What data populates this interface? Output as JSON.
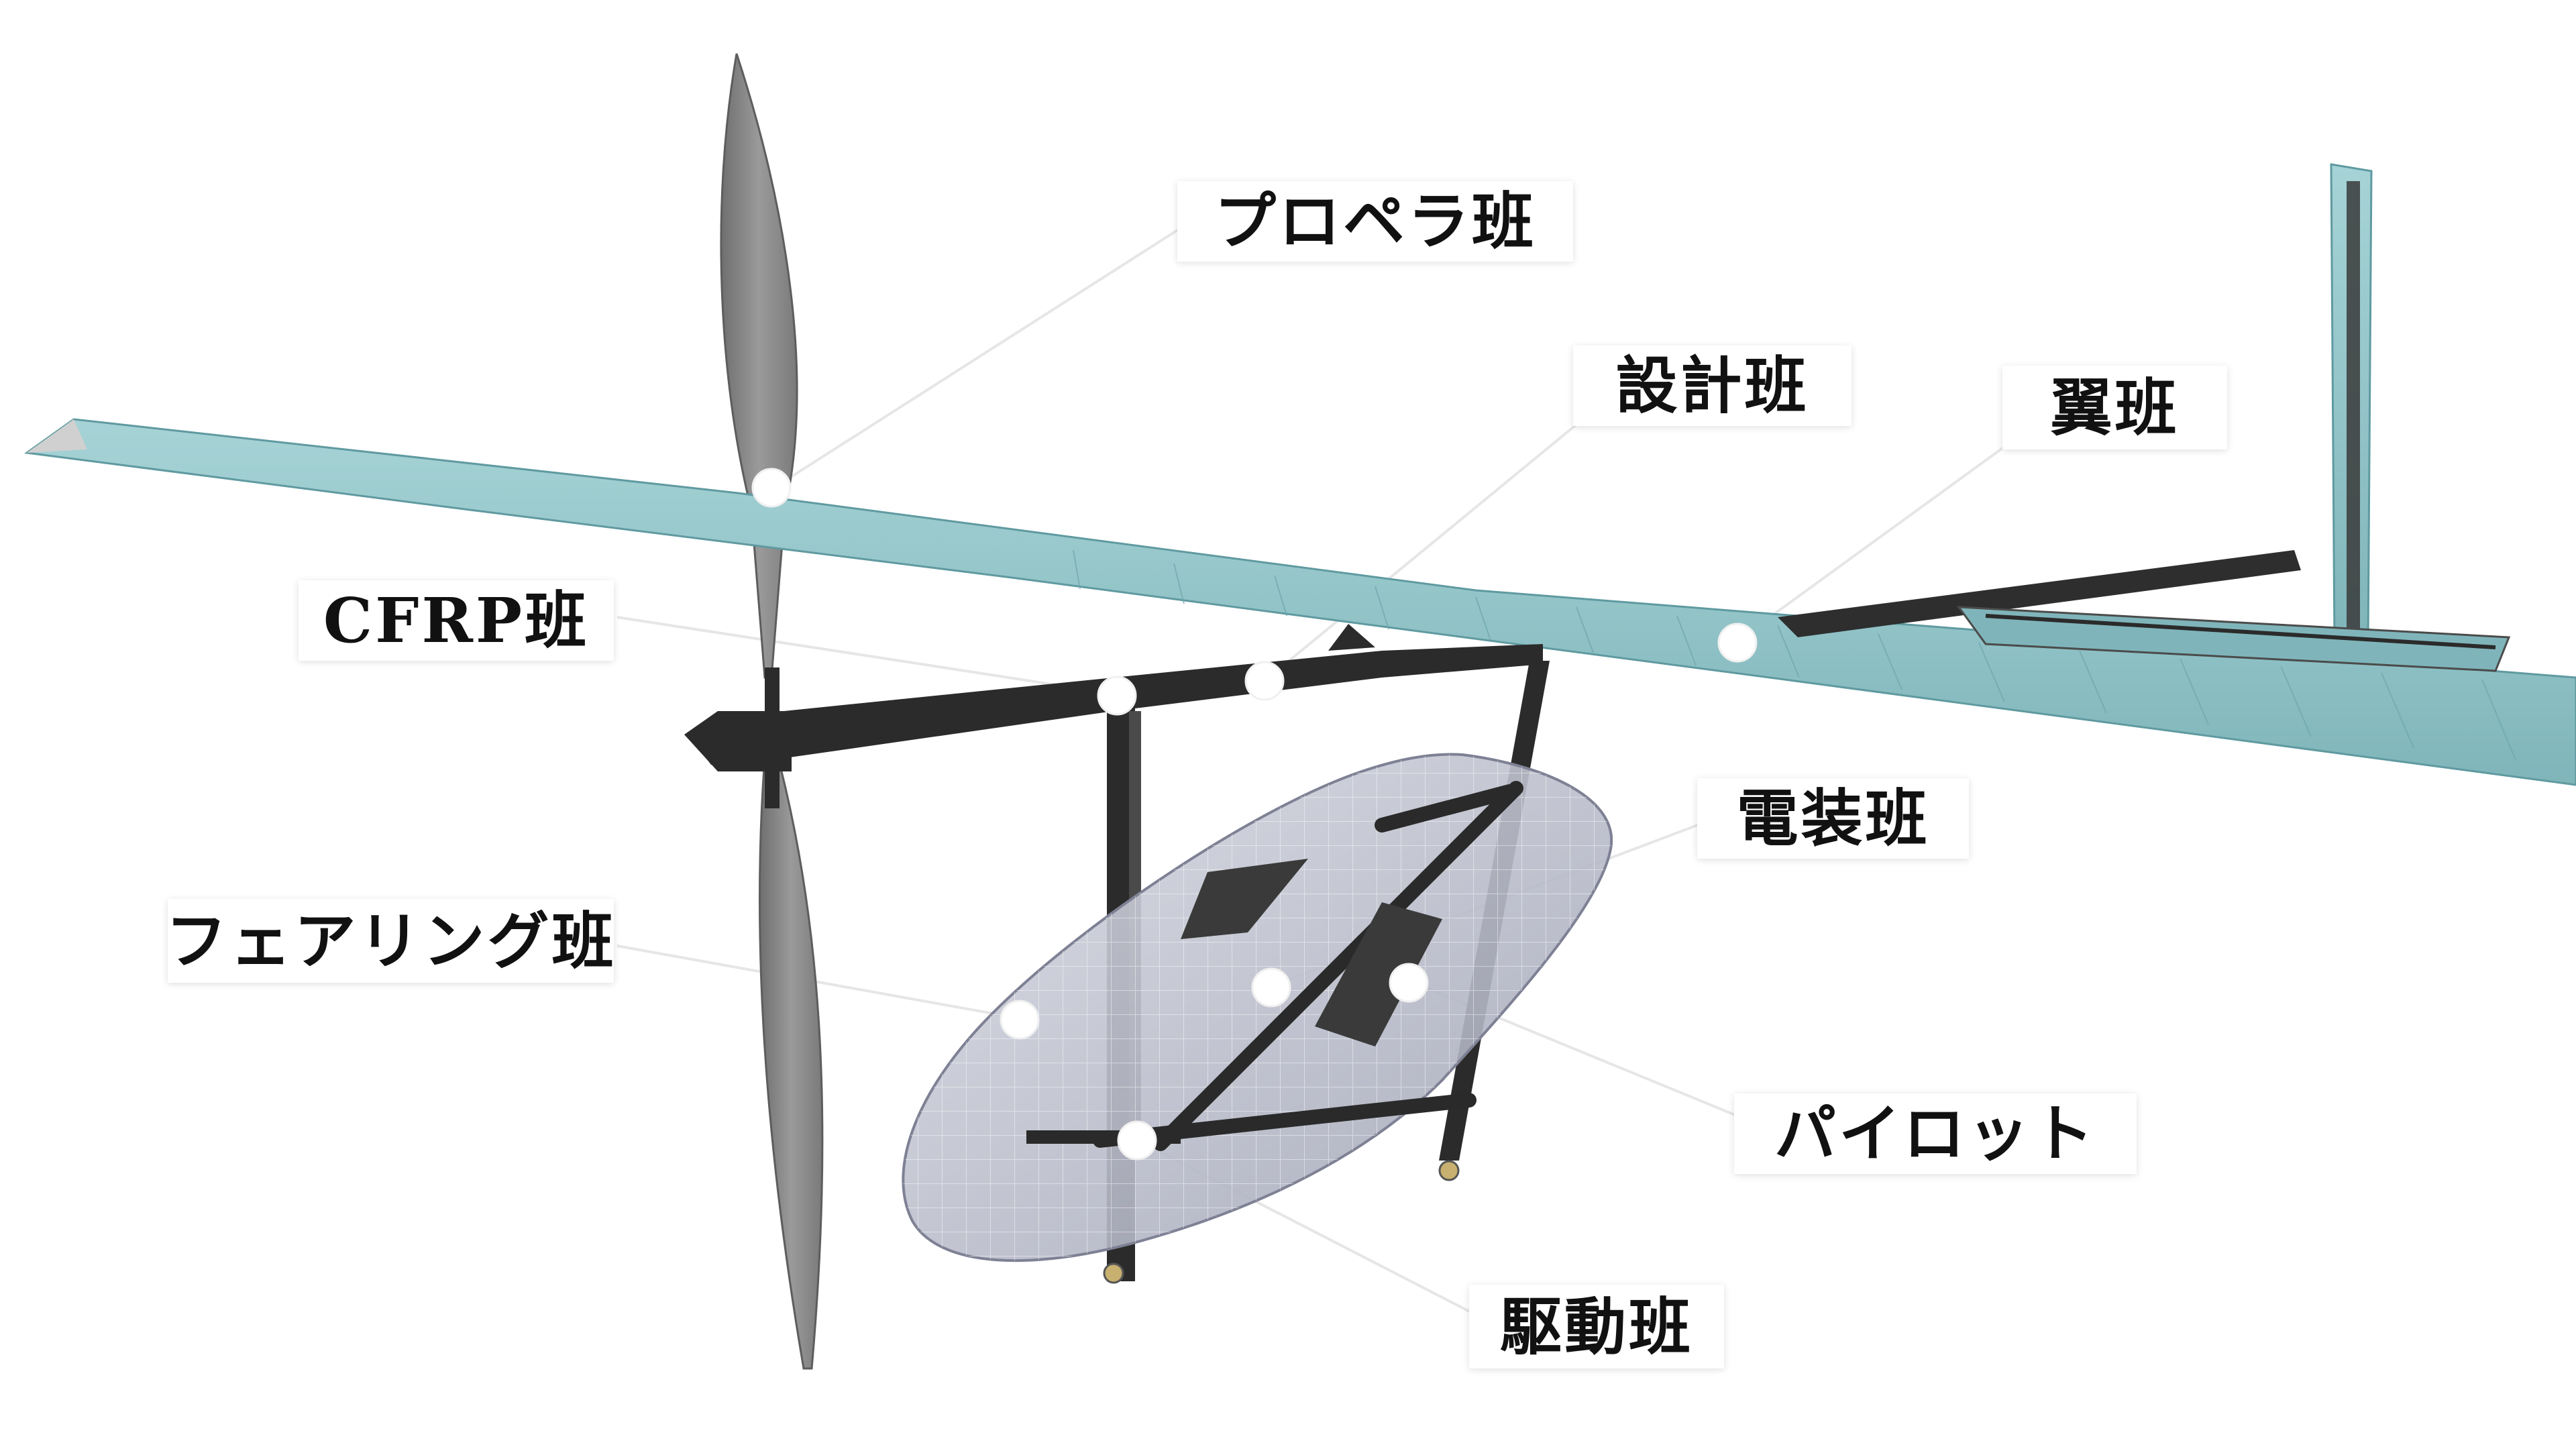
{
  "labels": {
    "propeller": "プロペラ班",
    "design": "設計班",
    "wing": "翼班",
    "cfrp": "CFRP班",
    "electrical": "電装班",
    "fairing": "フェアリング班",
    "pilot": "パイロット",
    "drive": "駆動班"
  },
  "colors": {
    "wing": "#8fc3c7",
    "wing_shadow": "#76adb2",
    "propeller": "#8a8a8a",
    "frame": "#2b2b2b",
    "fairing": "#c8cad6",
    "marker": "#ffffff",
    "leader": "#e8e8e8"
  }
}
